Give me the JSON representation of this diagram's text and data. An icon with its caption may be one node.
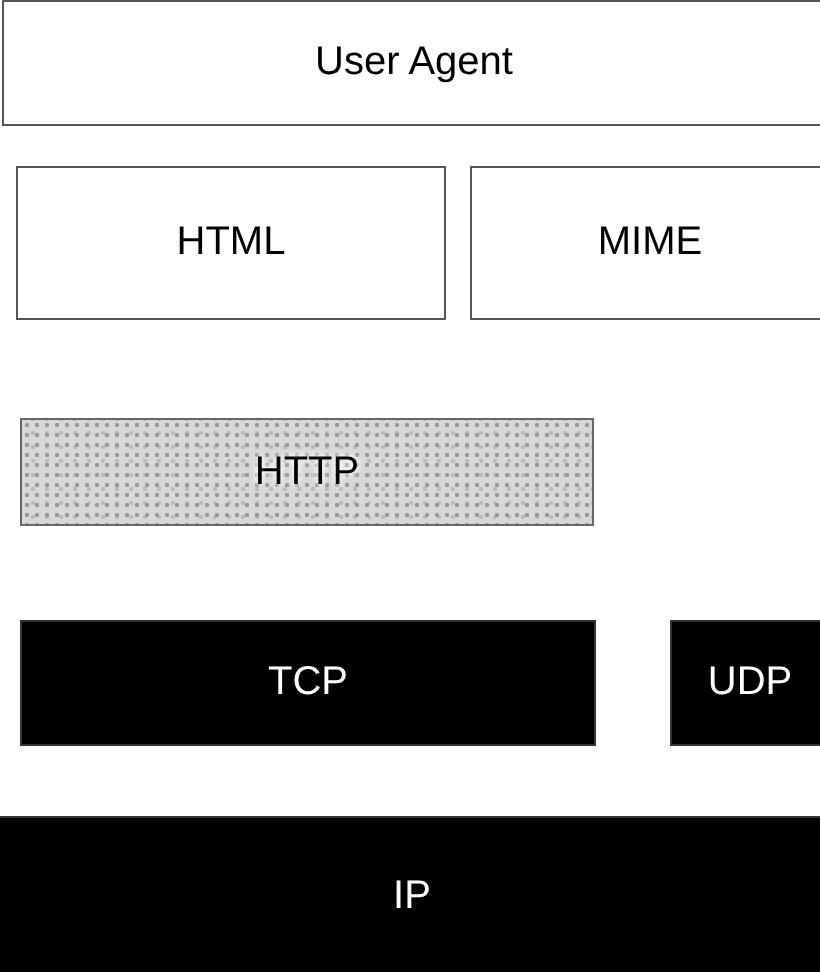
{
  "diagram": {
    "nodes": [
      {
        "text": [
          "User Agent"
        ]
      },
      {
        "text": [
          "HTML"
        ]
      },
      {
        "text": [
          "MIME"
        ]
      },
      {
        "text": [
          "HTTP"
        ]
      },
      {
        "text": [
          "TCP"
        ]
      },
      {
        "text": [
          "UDP"
        ]
      },
      {
        "text": [
          "IP"
        ]
      }
    ]
  }
}
